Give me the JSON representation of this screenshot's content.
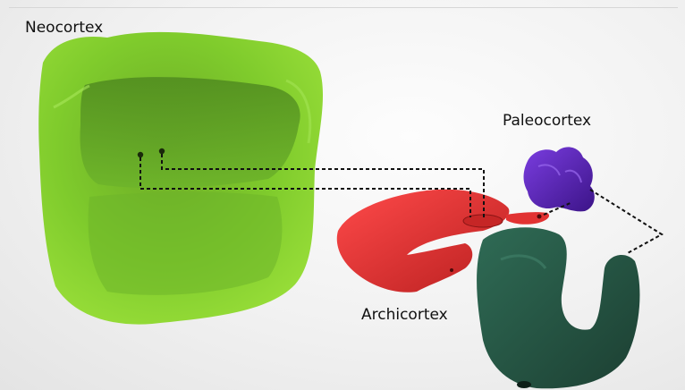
{
  "labels": {
    "neocortex": "Neocortex",
    "paleocortex": "Paleocortex",
    "archicortex": "Archicortex"
  },
  "colors": {
    "neocortex": "#7ccf2a",
    "paleocortex": "#5a22b8",
    "archicortex": "#e03030",
    "hippocampal_body": "#244f3f",
    "connector_lines": "#111111"
  }
}
